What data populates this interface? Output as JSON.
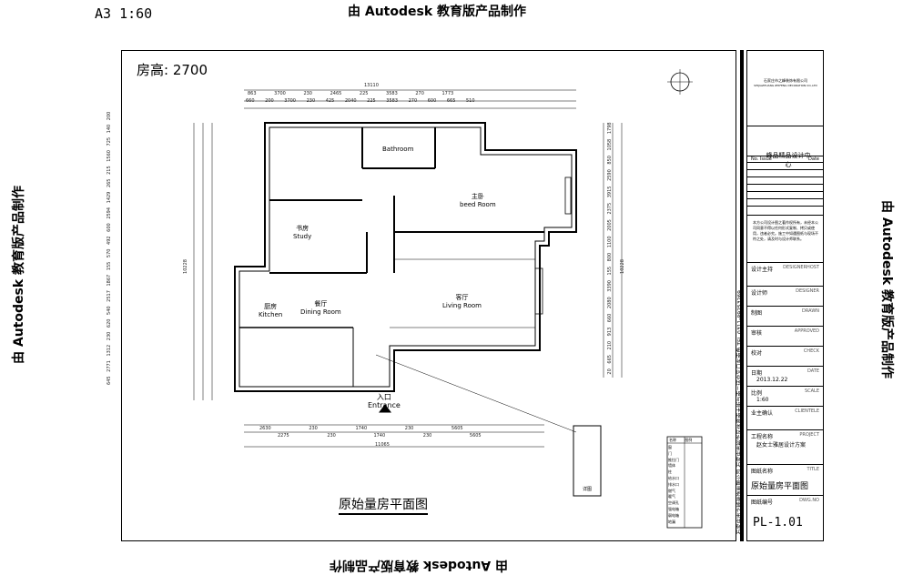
{
  "header": {
    "scale": "A3 1:60",
    "watermark": "由 Autodesk 教育版产品制作"
  },
  "plan": {
    "ceiling_height": "房高: 2700",
    "title": "原始量房平面图",
    "entrance_cn": "入口",
    "entrance_en": "Entrance",
    "rooms": [
      {
        "cn": "书房",
        "en": "Study"
      },
      {
        "cn": "主卧",
        "en": "beed Room"
      },
      {
        "cn": "",
        "en": "Bathroom"
      },
      {
        "cn": "客厅",
        "en": "Living Room"
      },
      {
        "cn": "餐厅",
        "en": "Dining Room"
      },
      {
        "cn": "厨房",
        "en": "Kitchen"
      }
    ],
    "dims_top_total": "13110",
    "dims_top_row1": [
      "863",
      "3700",
      "230",
      "2465",
      "225",
      "3583",
      "270",
      "1773"
    ],
    "dims_top_row2": [
      "660",
      "200",
      "3700",
      "230",
      "425",
      "2040",
      "225",
      "3583",
      "270",
      "600",
      "665",
      "510"
    ],
    "dims_bottom_row1": [
      "2630",
      "230",
      "1740",
      "230",
      "5605"
    ],
    "dims_bottom_row2": [
      "2275",
      "230",
      "1740",
      "230",
      "5605"
    ],
    "dims_bottom_total": "11065",
    "dims_left_total": "10228",
    "dims_right_total": "10228",
    "dims_left": [
      "645",
      "2771",
      "1312",
      "230",
      "620",
      "540",
      "2517",
      "1867",
      "155",
      "570",
      "492",
      "600",
      "2594",
      "1429",
      "265",
      "215",
      "1560",
      "725",
      "140",
      "200"
    ],
    "dims_right": [
      "20",
      "665",
      "210",
      "913",
      "660",
      "2080",
      "3390",
      "155",
      "800",
      "1100",
      "2005",
      "2375",
      "3915",
      "2590",
      "850",
      "1058",
      "1798"
    ]
  },
  "title_block": {
    "company_line": "石家庄市之峰装饰有限公司",
    "company_en": "SHIJIAZHUANG ZHIFENG DECORATION CO.,LTD",
    "design_center": "峰品精品设计中心",
    "issue_label": "No. Issue",
    "date_col_label": "Date",
    "notes": "本方公司设计图之著作权所有，未经本公司同意不得以任何形式复制、拷贝或使用，违者必究。施工中如遇图纸与现场不符之处，请及时与设计师联系。",
    "rows": [
      {
        "cn": "设计主持",
        "en": "DESIGNERHOST",
        "value": ""
      },
      {
        "cn": "设计师",
        "en": "DESIGNER",
        "value": ""
      },
      {
        "cn": "制图",
        "en": "DRAWN",
        "value": ""
      },
      {
        "cn": "审核",
        "en": "APPROVED",
        "value": ""
      },
      {
        "cn": "校对",
        "en": "CHECK",
        "value": ""
      },
      {
        "cn": "日期",
        "en": "DATE",
        "value": "2013.12.22"
      },
      {
        "cn": "比例",
        "en": "SCALE",
        "value": "1:60"
      },
      {
        "cn": "业主确认",
        "en": "CLIENTELE",
        "value": ""
      },
      {
        "cn": "工程名称",
        "en": "PROJECT",
        "value": "赵女士雅居设计方案"
      },
      {
        "cn": "图纸名称",
        "en": "TITLE",
        "value": "原始量房平面图"
      },
      {
        "cn": "图纸编号",
        "en": "DWG.NO",
        "value": "PL-1.01"
      }
    ],
    "side_text": "石家庄市之峰装饰有限公司  石家庄市裕华区体育南大街与南二环交叉口东南角  TEL 0311-89253269"
  },
  "legend": {
    "rows": [
      "窗",
      "门",
      "推拉门",
      "墙体",
      "柱",
      "给水口",
      "排水口",
      "燃气",
      "暖气",
      "空调孔",
      "强电箱",
      "弱电箱",
      "地漏"
    ],
    "header": [
      "名称",
      "图例"
    ]
  },
  "detail_label": "详图",
  "colors": {
    "line": "#000000",
    "bg": "#ffffff"
  }
}
